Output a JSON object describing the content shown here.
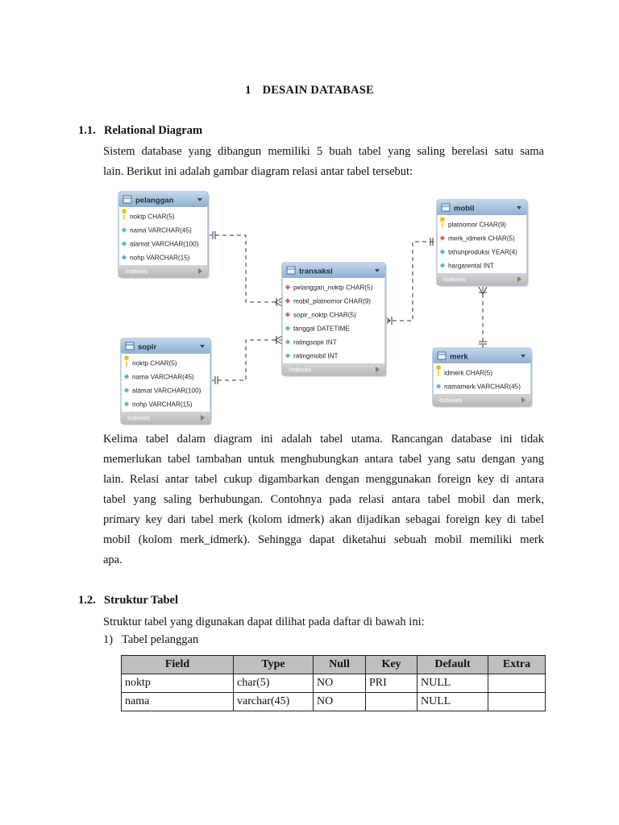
{
  "chapter": {
    "number": "1",
    "title": "DESAIN DATABASE"
  },
  "section_1": {
    "number": "1.1.",
    "title": "Relational Diagram",
    "intro_lines": [
      "Sistem database yang dibangun memiliki 5 buah tabel yang saling berelasi satu sama",
      "lain. Berikut ini adalah gambar diagram relasi antar tabel tersebut:"
    ],
    "body_lines": [
      "Kelima tabel dalam diagram ini adalah tabel utama. Rancangan database ini tidak",
      "memerlukan tabel tambahan untuk menghubungkan antara tabel yang satu dengan yang",
      "lain. Relasi antar tabel cukup digambarkan dengan menggunakan foreign key di antara",
      "tabel yang saling berhubungan. Contohnya pada relasi antara tabel mobil dan merk,",
      "primary key dari tabel merk (kolom idmerk) akan dijadikan sebagai foreign key di tabel",
      "mobil (kolom merk_idmerk). Sehingga dapat diketahui sebuah mobil memiliki merk",
      "apa."
    ]
  },
  "diagram": {
    "indexes_label": "Indexes",
    "entities": {
      "pelanggan": {
        "name": "pelanggan",
        "fields": [
          "noktp CHAR(5)",
          "nama VARCHAR(45)",
          "alamat VARCHAR(100)",
          "nohp VARCHAR(15)"
        ]
      },
      "sopir": {
        "name": "sopir",
        "fields": [
          "noktp CHAR(5)",
          "nama VARCHAR(45)",
          "alamat VARCHAR(100)",
          "nohp VARCHAR(15)"
        ]
      },
      "transaksi": {
        "name": "transaksi",
        "fields": [
          "pelanggan_noktp CHAR(5)",
          "mobil_platnomor CHAR(9)",
          "sopir_noktp CHAR(5)",
          "tanggal DATETIME",
          "ratingsopir INT",
          "ratingmobil INT"
        ]
      },
      "mobil": {
        "name": "mobil",
        "fields": [
          "platnomor CHAR(9)",
          "merk_idmerk CHAR(5)",
          "tahunproduksi YEAR(4)",
          "hargarental INT"
        ]
      },
      "merk": {
        "name": "merk",
        "fields": [
          "idmerk CHAR(5)",
          "namamerk VARCHAR(45)"
        ]
      }
    },
    "colors": {
      "header": "#a9c4df",
      "header_dark": "#7fa3c8",
      "body": "#ffffff",
      "indexes": "#c9c9c9",
      "border": "#8aa7c4",
      "key": "#e8c21b",
      "fk": "#d06a6a",
      "attr": "#5fb6c9"
    }
  },
  "section_2": {
    "number": "1.2.",
    "title": "Struktur Tabel",
    "intro": "Struktur tabel yang digunakan dapat dilihat pada daftar di bawah ini:",
    "list_number": "1)",
    "list_label": "Tabel pelanggan",
    "table": {
      "headers": [
        "Field",
        "Type",
        "Null",
        "Key",
        "Default",
        "Extra"
      ],
      "rows": [
        [
          "noktp",
          "char(5)",
          "NO",
          "PRI",
          "NULL",
          ""
        ],
        [
          "nama",
          "varchar(45)",
          "NO",
          "",
          "NULL",
          ""
        ]
      ]
    }
  }
}
